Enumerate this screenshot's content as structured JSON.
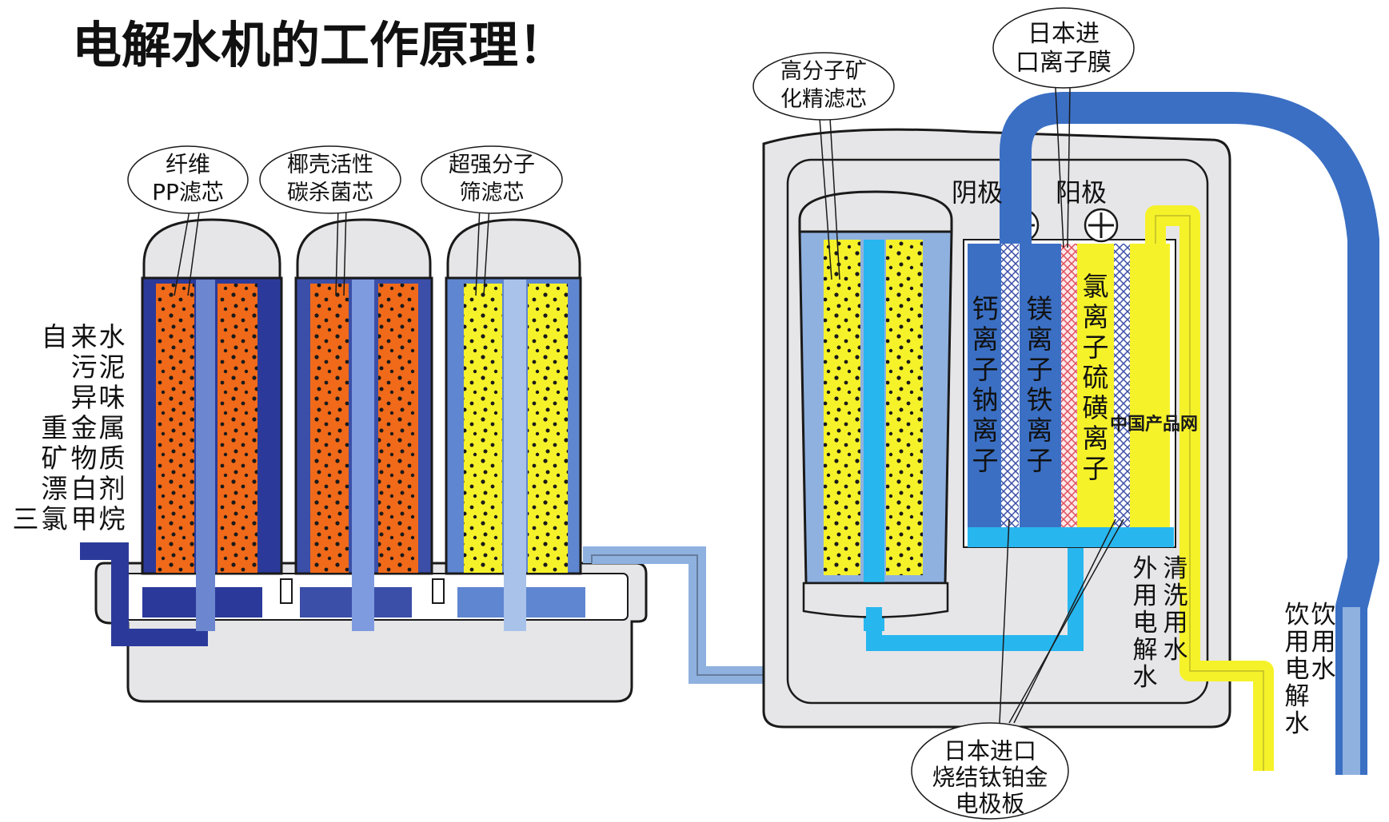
{
  "title": "电解水机的工作原理！",
  "labels": {
    "filter1": [
      "纤维",
      "PP滤芯"
    ],
    "filter2": [
      "椰壳活性",
      "碳杀菌芯"
    ],
    "filter3": [
      "超强分子",
      "筛滤芯"
    ],
    "filter4": [
      "高分子矿",
      "化精滤芯"
    ],
    "membrane": [
      "日本进",
      "口离子膜"
    ],
    "cathode": "阴极",
    "anode": "阳极",
    "electrode": [
      "日本进口",
      "烧结钛铂金",
      "电极板"
    ],
    "tap_water_col1": [
      "水",
      "泥",
      "味",
      "属",
      "质",
      "剂",
      "烷"
    ],
    "tap_water_col2": [
      "来",
      "污",
      "异",
      "金",
      "物",
      "白",
      "甲"
    ],
    "tap_water_col3": [
      "自",
      "重",
      "矿",
      "漂",
      "氯"
    ],
    "tap_water_col4": [
      "三"
    ],
    "ions_ca": [
      "钙",
      "离",
      "子",
      "钠",
      "离",
      "子"
    ],
    "ions_mg": [
      "镁",
      "离",
      "子",
      "铁",
      "离",
      "子"
    ],
    "ions_cl": [
      "氯",
      "离",
      "子",
      "硫",
      "磺",
      "离",
      "子"
    ],
    "outlet_acid_1": [
      "清",
      "洗",
      "用",
      "水"
    ],
    "outlet_acid_2": [
      "外",
      "用",
      "电",
      "解",
      "水"
    ],
    "outlet_drink_1": [
      "饮",
      "用",
      "电",
      "解",
      "水"
    ],
    "outlet_drink_2": [
      "饮",
      "用",
      "水"
    ],
    "watermark": "中国产品网"
  },
  "colors": {
    "dark_blue": "#2b3a9a",
    "mid_blue": "#3b6fc4",
    "light_blue": "#8fb1e0",
    "cyan": "#28b6ef",
    "orange": "#f06a1a",
    "yellow": "#f6f22a",
    "gray": "#e6e6e8",
    "pink": "#f4b3b8"
  }
}
